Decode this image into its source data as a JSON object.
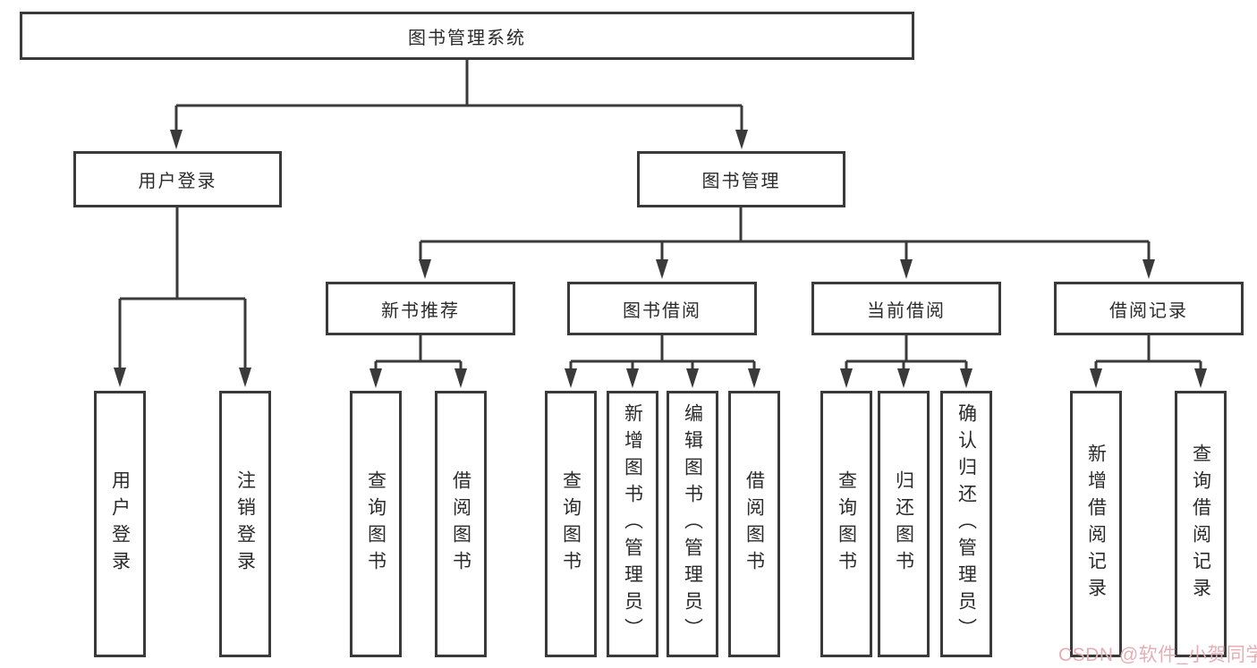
{
  "tree": {
    "root": "图书管理系统",
    "children": [
      {
        "label": "用户登录",
        "children": [
          "用户登录",
          "注销登录"
        ]
      },
      {
        "label": "图书管理",
        "children": [
          {
            "label": "新书推荐",
            "children": [
              "查询图书",
              "借阅图书"
            ]
          },
          {
            "label": "图书借阅",
            "children": [
              "查询图书",
              "新增图书（管理员）",
              "编辑图书（管理员）",
              "借阅图书"
            ]
          },
          {
            "label": "当前借阅",
            "children": [
              "查询图书",
              "归还图书",
              "确认归还（管理员）"
            ]
          },
          {
            "label": "借阅记录",
            "children": [
              "新增借阅记录",
              "查询借阅记录"
            ]
          }
        ]
      }
    ]
  },
  "watermark": {
    "text": "CSDN @软件_小贺同学",
    "color": "#e5aeb4"
  },
  "colors": {
    "line": "#3a3a3a",
    "border": "#3a3a3a",
    "text": "#2b2b2b",
    "background": "#ffffff"
  }
}
